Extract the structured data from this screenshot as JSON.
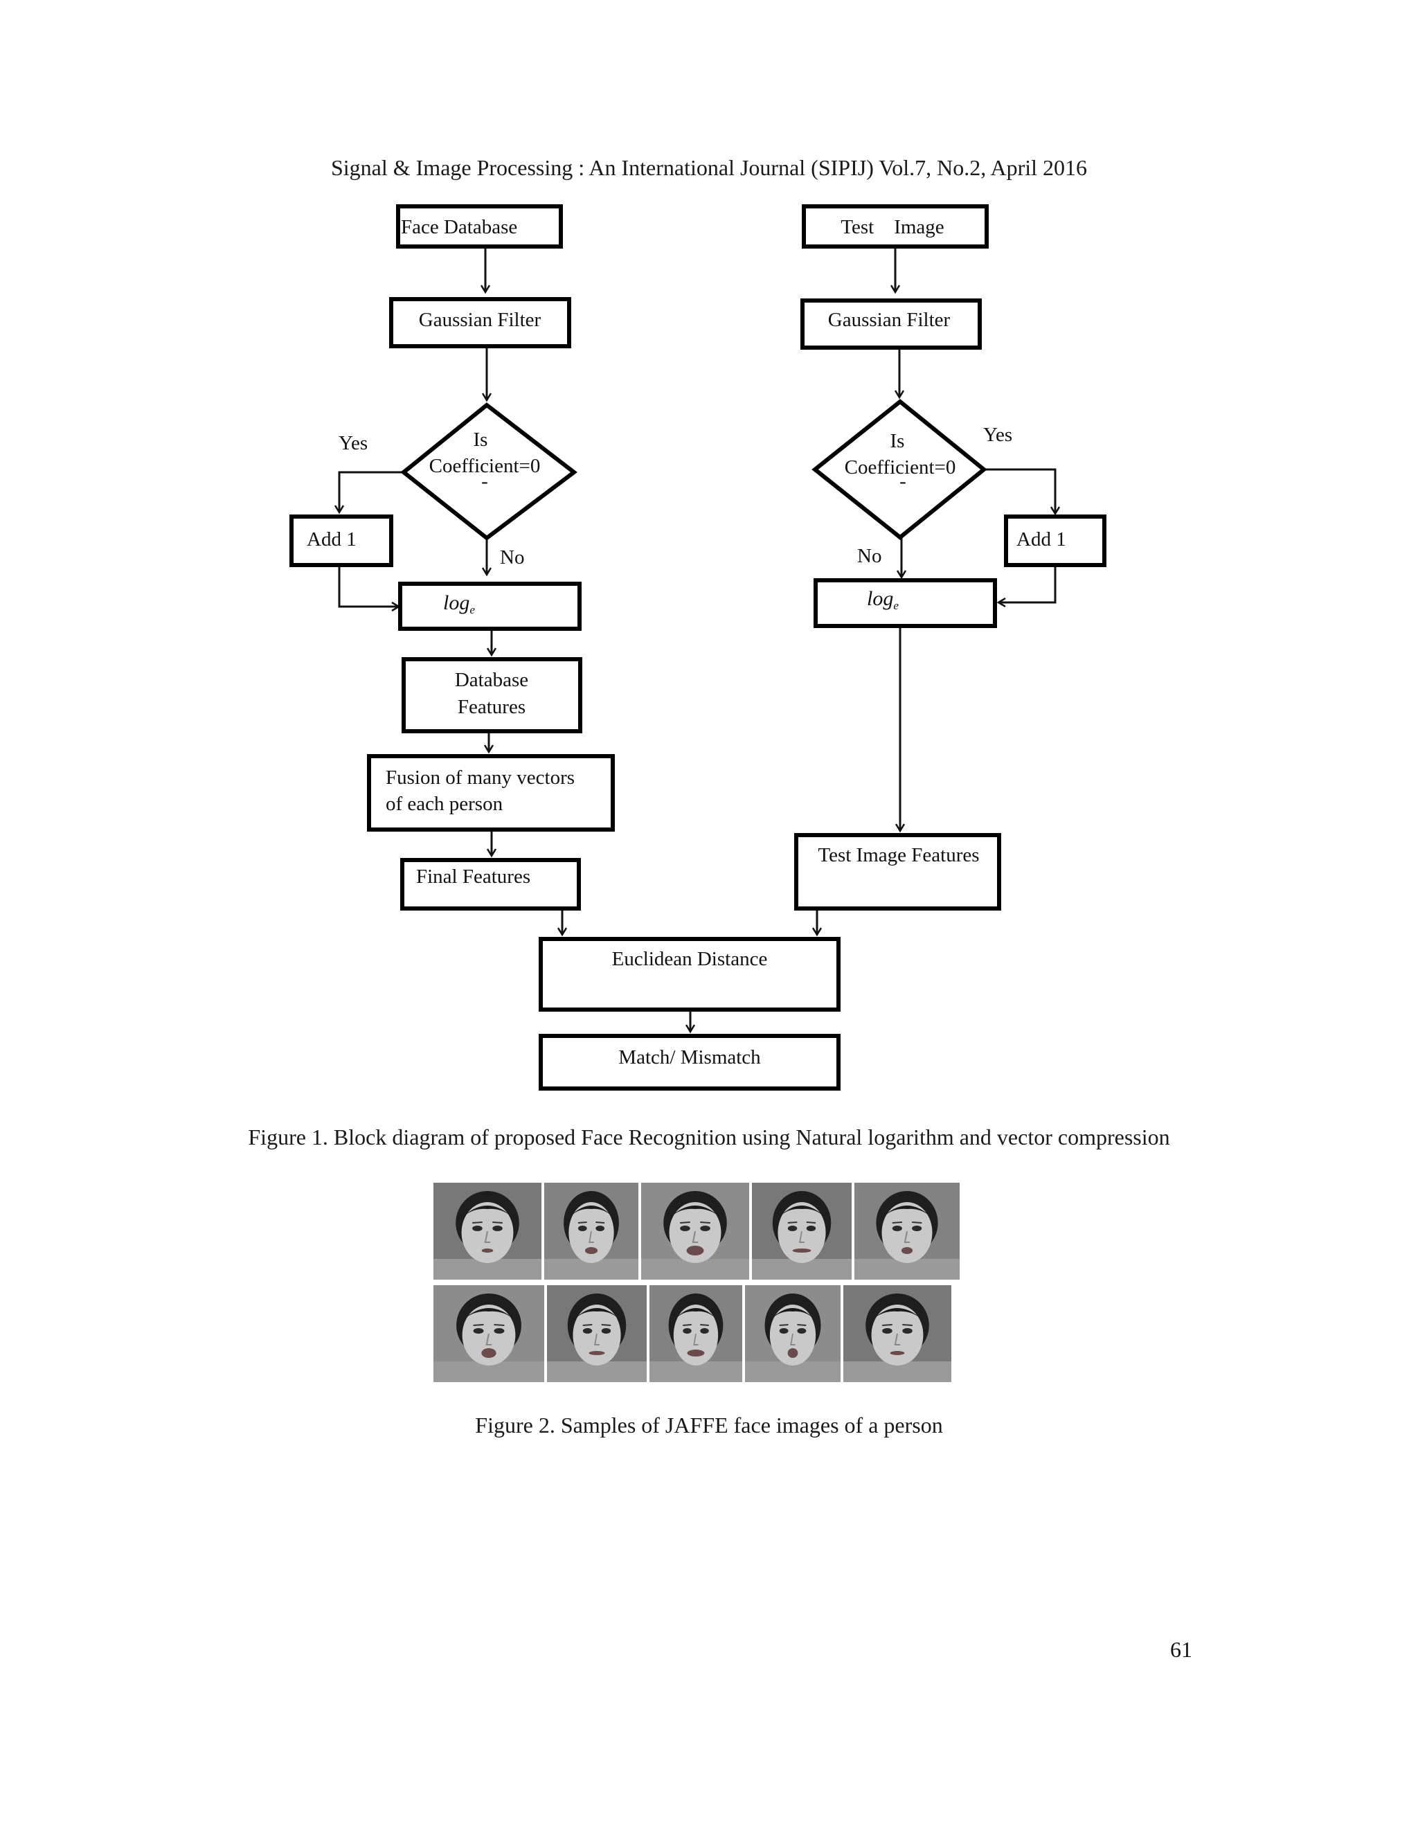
{
  "header": "Signal & Image Processing : An International Journal (SIPIJ) Vol.7, No.2, April 2016",
  "diagram": {
    "face_database": "Face Database",
    "test_image": "Test    Image",
    "gaussian_filter_left": "Gaussian Filter",
    "gaussian_filter_right": "Gaussian Filter",
    "decision_left": {
      "line1": "Is",
      "line2": "Coefficient=0",
      "line3": "-"
    },
    "decision_right": {
      "line1": "Is",
      "line2": "Coefficient=0",
      "line3": "-"
    },
    "yes_left": "Yes",
    "yes_right": "Yes",
    "no_left": "No",
    "no_right": "No",
    "add1_left": "Add 1",
    "add1_right": "Add 1",
    "log_left": {
      "base": "log",
      "subscript": "e"
    },
    "log_right": {
      "base": "log",
      "subscript": "e"
    },
    "database_features": {
      "line1": "Database",
      "line2": "Features"
    },
    "fusion": {
      "line1": "Fusion of many vectors",
      "line2": "of each  person"
    },
    "final_features": "Final Features",
    "test_image_features": "Test Image Features",
    "euclidean_distance": "Euclidean Distance",
    "match_mismatch": "Match/ Mismatch"
  },
  "figure1_caption": "Figure 1. Block diagram of proposed Face Recognition using Natural logarithm and vector compression",
  "figure2_caption": "Figure 2. Samples of JAFFE face images of a person",
  "page_number": "61"
}
